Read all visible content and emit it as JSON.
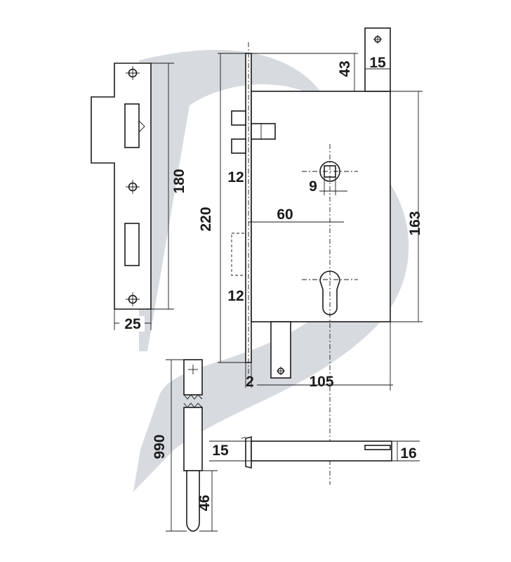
{
  "dimensions": {
    "d43": "43",
    "d15_top": "15",
    "d180": "180",
    "d220": "220",
    "d163": "163",
    "d12_upper": "12",
    "d9": "9",
    "d60": "60",
    "d12_lower": "12",
    "d25": "25",
    "d2": "2",
    "d105": "105",
    "d990": "990",
    "d15_bolt": "15",
    "d16": "16",
    "d46": "46"
  },
  "colors": {
    "line": "#1a1a1a",
    "watermark": "#c9cfd4",
    "background": "#ffffff"
  }
}
